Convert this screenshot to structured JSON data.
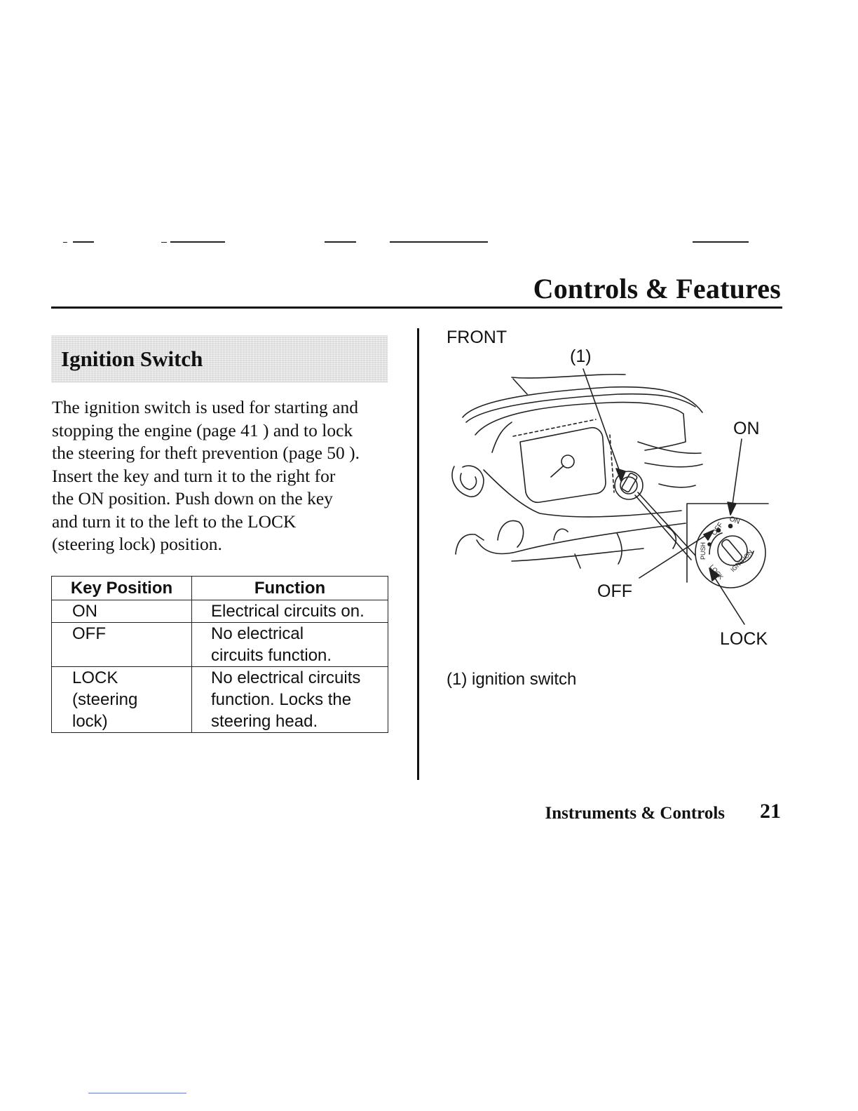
{
  "header": {
    "title": "Controls & Features"
  },
  "section": {
    "title": "Ignition Switch"
  },
  "body": {
    "lines": [
      "The ignition switch is used for starting and",
      "stopping the engine (page 41 ) and to lock",
      "the steering for theft prevention (page 50 ).",
      "Insert the key and turn it to the right for",
      "the ON position. Push down on the key",
      "and turn it to the left to the LOCK",
      "(steering lock) position."
    ]
  },
  "table": {
    "headers": [
      "Key Position",
      "Function"
    ],
    "rows": [
      {
        "position": [
          "ON"
        ],
        "function": [
          "Electrical circuits on."
        ]
      },
      {
        "position": [
          "OFF"
        ],
        "function": [
          "No electrical",
          "circuits function."
        ]
      },
      {
        "position": [
          "LOCK",
          "(steering",
          "lock)"
        ],
        "function": [
          "No electrical circuits",
          "function. Locks the",
          "steering head."
        ]
      }
    ]
  },
  "figure": {
    "front_label": "FRONT",
    "callout_1": "(1)",
    "on_label": "ON",
    "off_label": "OFF",
    "lock_label": "LOCK",
    "dial_off": "OFF",
    "dial_on": "ON",
    "dial_push": "PUSH",
    "dial_lock": "LOCK",
    "dial_ignition": "IGNITION",
    "caption": "(1) ignition switch"
  },
  "footer": {
    "section": "Instruments & Controls",
    "page": "21"
  }
}
